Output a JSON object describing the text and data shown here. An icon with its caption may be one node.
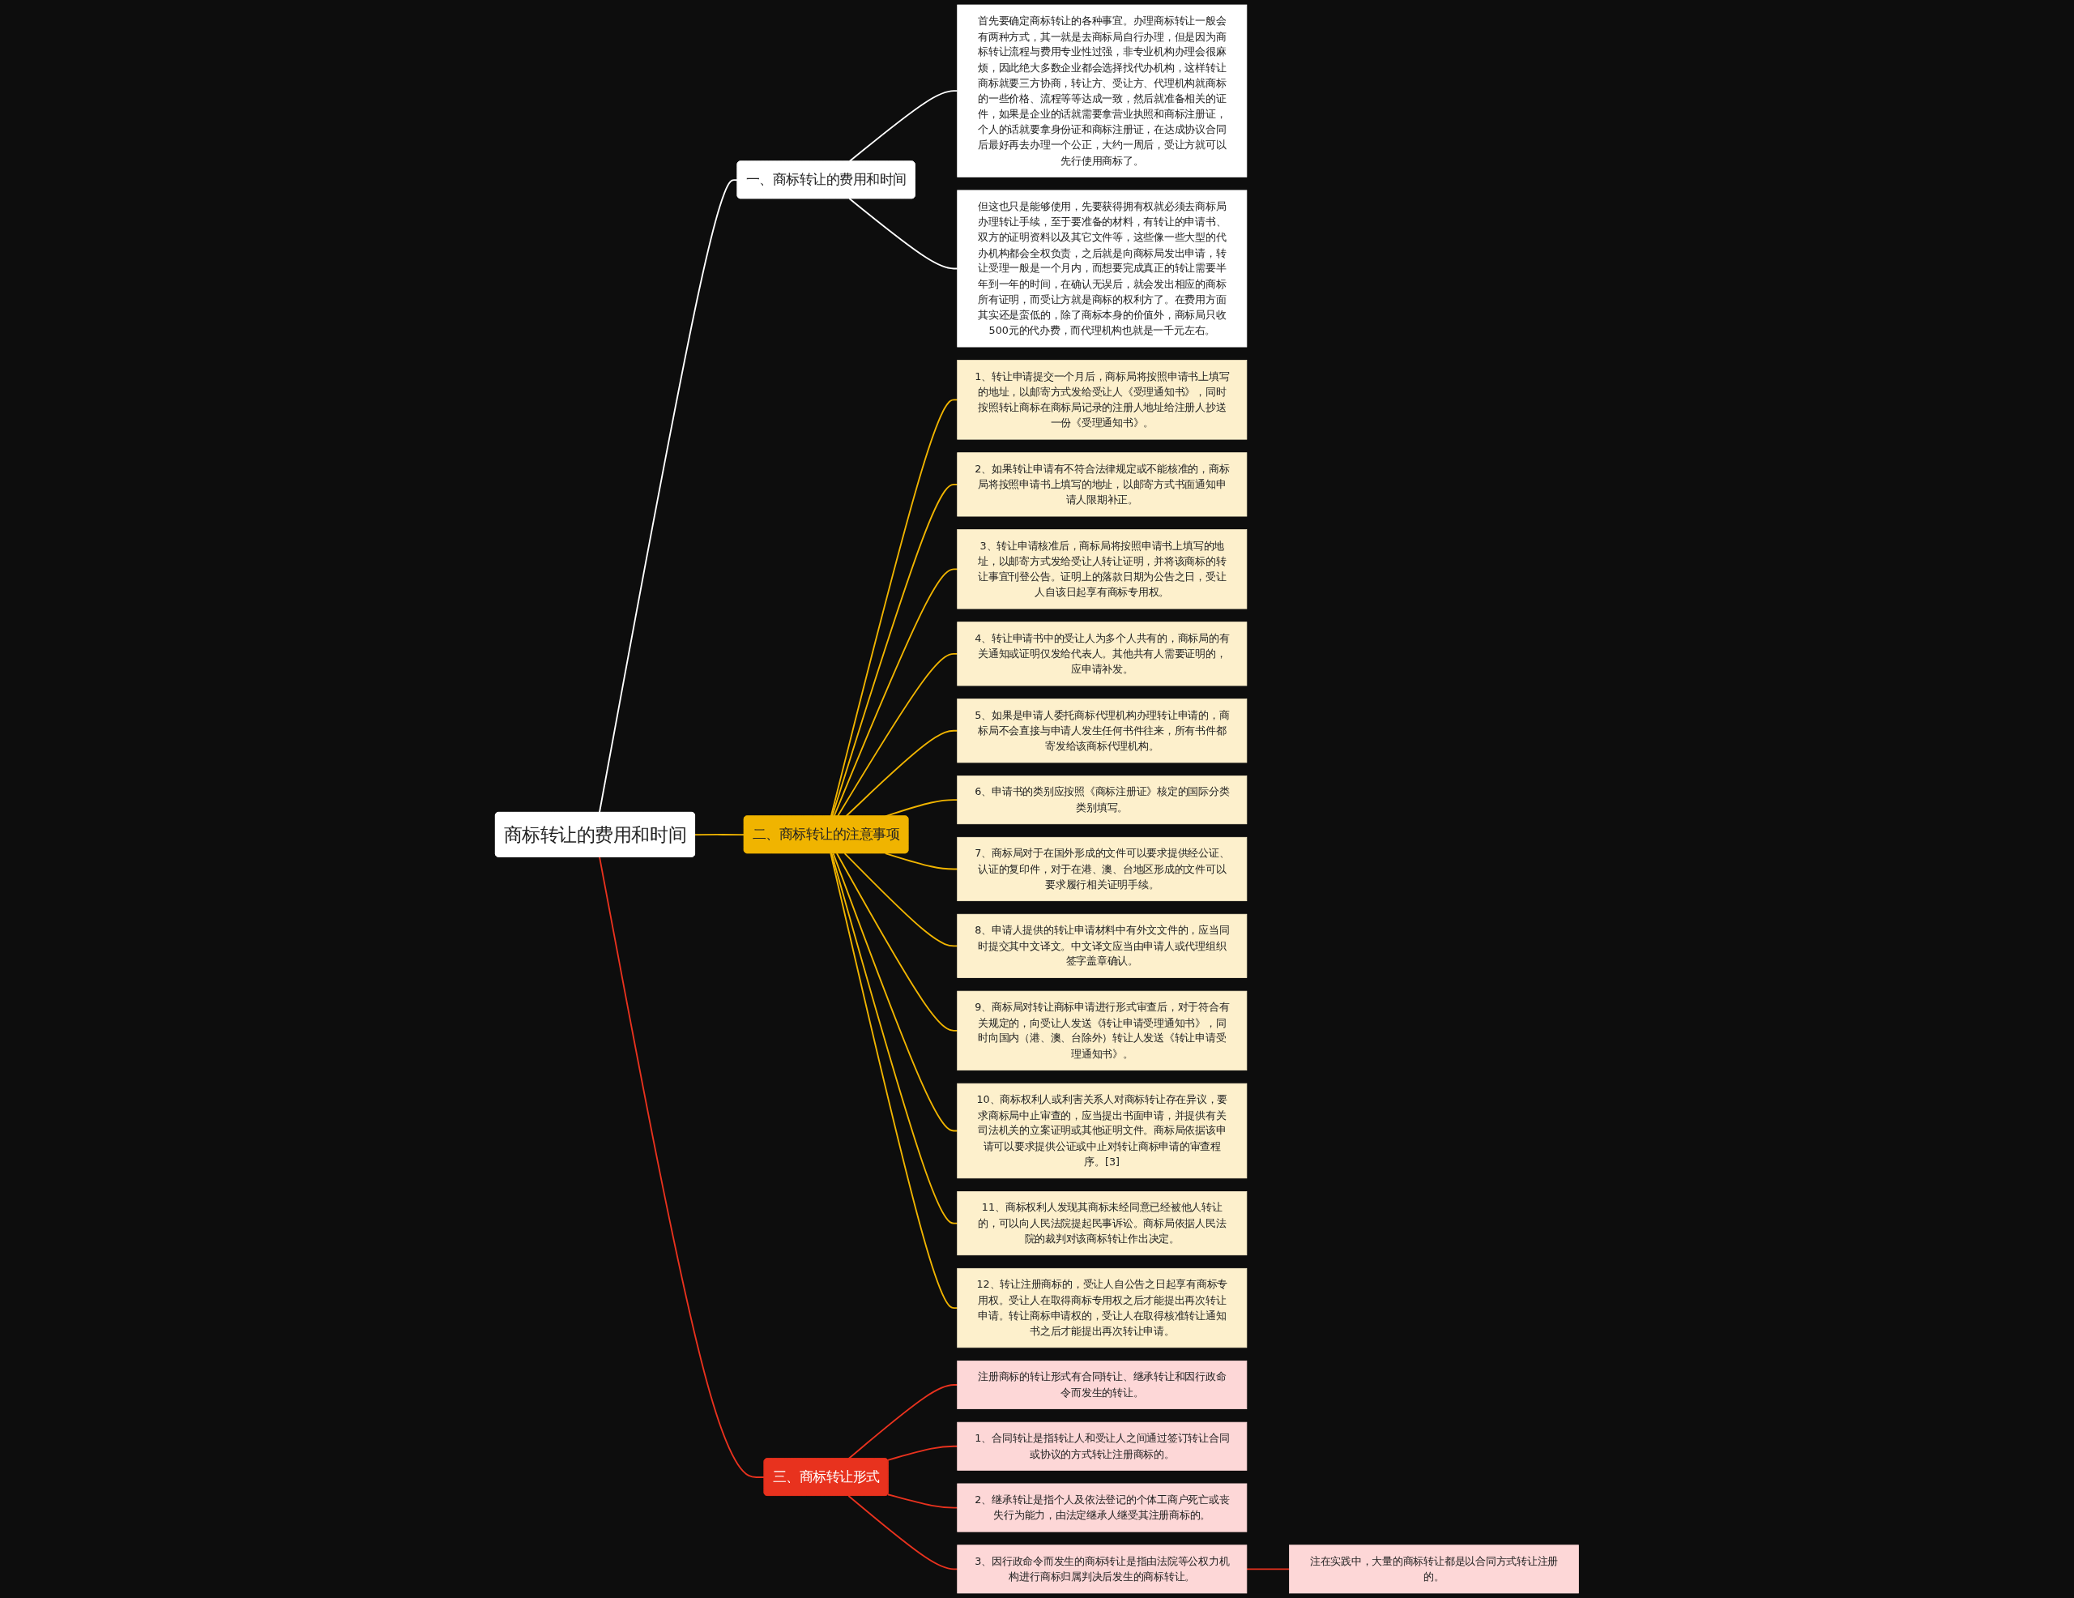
{
  "diagram": {
    "nodes": [
      {
        "text": [
          "商标转让的费用和时间"
        ]
      },
      {
        "text": [
          "一、商标转让的费用和时间"
        ]
      },
      {
        "text": [
          "首先要确定商标转让的各种事宜。办理商标转让一般会有两种方式，其一就是去商标局自行办理，但是因为商标转让流程与费用专业性过强，非专业机构办理会很麻烦，因此绝大多数企业都会选择找代办机构，这样转让商标就要三方协商，转让方、受让方、代理机构就商标的一些价格、流程等等达成一致，然后就准备相关的证件，如果是企业的话就需要拿营业执照和商标注册证，个人的话就要拿身份证和商标注册证，在达成协议合同后最好再去办理一个公正，大约一周后，受让方就可以先行使用商标了。"
        ]
      },
      {
        "text": [
          "但这也只是能够使用，先要获得拥有权就必须去商标局办理转让手续，至于要准备的材料，有转让的申请书、双方的证明资料以及其它文件等，这些像一些大型的代办机构都会全权负责，之后就是向商标局发出申请，转让受理一般是一个月内，而想要完成真正的转让需要半年到一年的时间，在确认无误后，就会发出相应的商标所有证明，而受让方就是商标的权利方了。在费用方面其实还是蛮低的，除了商标本身的价值外，商标局只收500元的代办费，而代理机构也就是一千元左右。"
        ]
      },
      {
        "text": [
          "二、商标转让的注意事项"
        ]
      },
      {
        "text": [
          "1、转让申请提交一个月后，商标局将按照申请书上填写的地址，以邮寄方式发给受让人《受理通知书》，同时按照转让商标在商标局记录的注册人地址给注册人抄送一份《受理通知书》。"
        ]
      },
      {
        "text": [
          "2、如果转让申请有不符合法律规定或不能核准的，商标局将按照申请书上填写的地址，以邮寄方式书面通知申请人限期补正。"
        ]
      },
      {
        "text": [
          "3、转让申请核准后，商标局将按照申请书上填写的地址，以邮寄方式发给受让人转让证明，并将该商标的转让事宜刊登公告。证明上的落款日期为公告之日，受让人自该日起享有商标专用权。"
        ]
      },
      {
        "text": [
          "4、转让申请书中的受让人为多个人共有的，商标局的有关通知或证明仅发给代表人。其他共有人需要证明的，应申请补发。"
        ]
      },
      {
        "text": [
          "5、如果是申请人委托商标代理机构办理转让申请的，商标局不会直接与申请人发生任何书件往来，所有书件都寄发给该商标代理机构。"
        ]
      },
      {
        "text": [
          "6、申请书的类别应按照《商标注册证》核定的国际分类类别填写。"
        ]
      },
      {
        "text": [
          "7、商标局对于在国外形成的文件可以要求提供经公证、认证的复印件，对于在港、澳、台地区形成的文件可以要求履行相关证明手续。"
        ]
      },
      {
        "text": [
          "8、申请人提供的转让申请材料中有外文文件的，应当同时提交其中文译文。中文译文应当由申请人或代理组织签字盖章确认。"
        ]
      },
      {
        "text": [
          "9、商标局对转让商标申请进行形式审查后，对于符合有关规定的，向受让人发送《转让申请受理通知书》，同时向国内（港、澳、台除外）转让人发送《转让申请受理通知书》。"
        ]
      },
      {
        "text": [
          "10、商标权利人或利害关系人对商标转让存在异议，要求商标局中止审查的，应当提出书面申请，并提供有关司法机关的立案证明或其他证明文件。商标局依据该申请可以要求提供公证或中止对转让商标申请的审查程序。[3]"
        ]
      },
      {
        "text": [
          "11、商标权利人发现其商标未经同意已经被他人转让的，可以向人民法院提起民事诉讼。商标局依据人民法院的裁判对该商标转让作出决定。"
        ]
      },
      {
        "text": [
          "12、转让注册商标的，受让人自公告之日起享有商标专用权。受让人在取得商标专用权之后才能提出再次转让申请。转让商标申请权的，受让人在取得核准转让通知书之后才能提出再次转让申请。"
        ]
      },
      {
        "text": [
          "三、商标转让形式"
        ]
      },
      {
        "text": [
          "注册商标的转让形式有合同转让、继承转让和因行政命令而发生的转让。"
        ]
      },
      {
        "text": [
          "1、合同转让是指转让人和受让人之间通过签订转让合同或协议的方式转让注册商标的。"
        ]
      },
      {
        "text": [
          "2、继承转让是指个人及依法登记的个体工商户死亡或丧失行为能力，由法定继承人继受其注册商标的。"
        ]
      },
      {
        "text": [
          "3、因行政命令而发生的商标转让是指由法院等公权力机构进行商标归属判决后发生的商标转让。"
        ]
      },
      {
        "text": [
          "注在实践中，大量的商标转让都是以合同方式转让注册的。"
        ]
      }
    ],
    "edges": [
      {
        "from": 0,
        "to": 1,
        "arrow": "none",
        "color": "#ffffff"
      },
      {
        "from": 1,
        "to": 2,
        "arrow": "none",
        "color": "#ffffff"
      },
      {
        "from": 1,
        "to": 3,
        "arrow": "none",
        "color": "#ffffff"
      },
      {
        "from": 0,
        "to": 4,
        "arrow": "none"
      },
      {
        "from": 4,
        "to": 5,
        "arrow": "none"
      },
      {
        "from": 4,
        "to": 6,
        "arrow": "none"
      },
      {
        "from": 4,
        "to": 7,
        "arrow": "none"
      },
      {
        "from": 4,
        "to": 8,
        "arrow": "none"
      },
      {
        "from": 4,
        "to": 9,
        "arrow": "none"
      },
      {
        "from": 4,
        "to": 10,
        "arrow": "none"
      },
      {
        "from": 4,
        "to": 11,
        "arrow": "none"
      },
      {
        "from": 4,
        "to": 12,
        "arrow": "none"
      },
      {
        "from": 4,
        "to": 13,
        "arrow": "none"
      },
      {
        "from": 4,
        "to": 14,
        "arrow": "none"
      },
      {
        "from": 4,
        "to": 15,
        "arrow": "none"
      },
      {
        "from": 4,
        "to": 16,
        "arrow": "none"
      },
      {
        "from": 0,
        "to": 17,
        "arrow": "none",
        "color": "#e8321e"
      },
      {
        "from": 17,
        "to": 18,
        "arrow": "none",
        "color": "#e8321e"
      },
      {
        "from": 17,
        "to": 19,
        "arrow": "none",
        "color": "#e8321e"
      },
      {
        "from": 17,
        "to": 20,
        "arrow": "none",
        "color": "#e8321e"
      },
      {
        "from": 17,
        "to": 21,
        "arrow": "none",
        "color": "#e8321e"
      },
      {
        "from": 21,
        "to": 22,
        "arrow": "none",
        "color": "#e8321e"
      }
    ]
  }
}
